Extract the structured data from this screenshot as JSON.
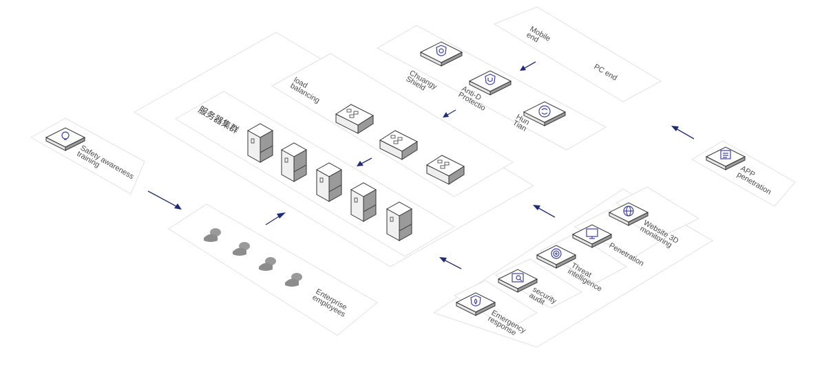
{
  "colors": {
    "arrow": "#1f2a78",
    "icon": "#3b3fa8",
    "platform_stroke": "#e1e1e1",
    "text": "#4a4a4a"
  },
  "labels": {
    "mobile_end": [
      "Mobile",
      "end"
    ],
    "pc_end": [
      "PC end"
    ],
    "chuangy_shield": [
      "Chuangy",
      "Shield"
    ],
    "anti_d_protection": [
      "Anti-D",
      "Protectio"
    ],
    "hun_tian": [
      "Hun",
      "Tian"
    ],
    "load_balancing": [
      "load",
      "balancing"
    ],
    "server_cluster": [
      "服务器集群"
    ],
    "safety_training": [
      "Safety awareness",
      "training"
    ],
    "enterprise_employees": [
      "Enterprise",
      "employees"
    ],
    "app_penetration": [
      "APP",
      "penetration"
    ],
    "website_monitoring": [
      "Website 3D",
      "monitoring"
    ],
    "penetration": [
      "Penetration"
    ],
    "threat_intelligence": [
      "Threat",
      "intelligence"
    ],
    "security_audit": [
      "security",
      "audit"
    ],
    "emergency_response": [
      "Emergency",
      "response"
    ]
  },
  "icons": {
    "chuangy_shield": "shield-s-icon",
    "anti_d_protection": "shield-u-icon",
    "hun_tian": "sync-circle-icon",
    "safety_training": "lightbulb-icon",
    "app_penetration": "document-list-icon",
    "website_monitoring": "globe-icon",
    "penetration": "monitor-icon",
    "threat_intelligence": "target-icon",
    "security_audit": "audit-report-icon",
    "emergency_response": "shield-fire-icon",
    "server": "server-tower-icon",
    "load_balancer": "network-block-icon",
    "employee": "user-figure-icon"
  }
}
